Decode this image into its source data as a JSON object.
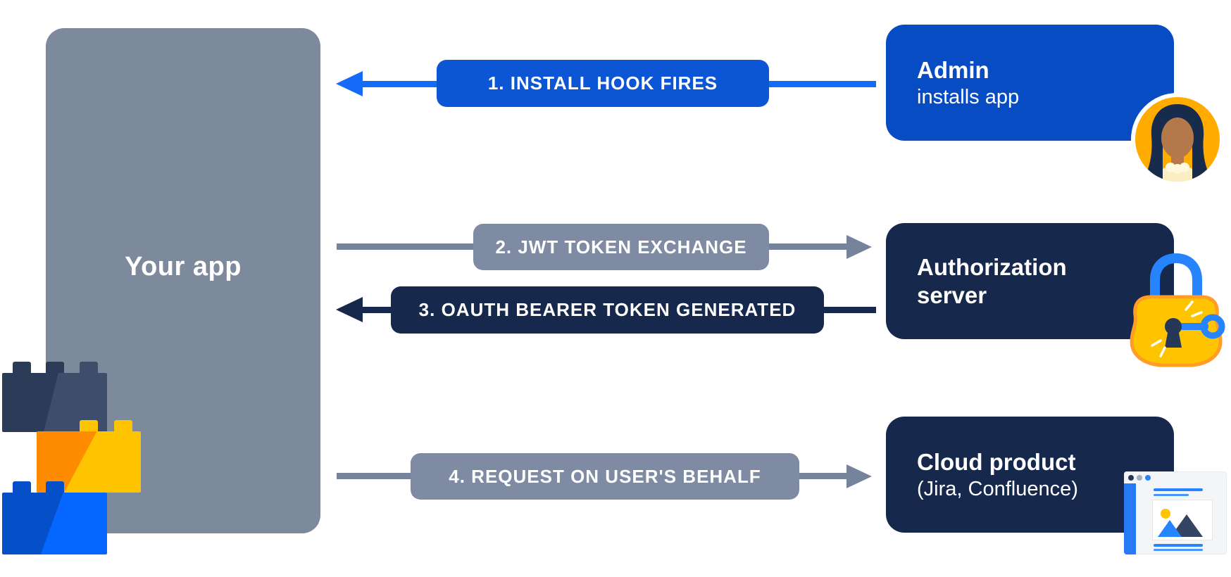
{
  "app_box": {
    "label": "Your app"
  },
  "steps": [
    {
      "label": "1. INSTALL HOOK FIRES",
      "direction": "left"
    },
    {
      "label": "2. JWT TOKEN EXCHANGE",
      "direction": "right"
    },
    {
      "label": "3. OAUTH BEARER TOKEN GENERATED",
      "direction": "left"
    },
    {
      "label": "4. REQUEST ON USER'S BEHALF",
      "direction": "right"
    }
  ],
  "actors": [
    {
      "title": "Admin",
      "subtitle": "installs app",
      "icon": "woman-avatar-icon"
    },
    {
      "title": "Authorization server",
      "subtitle": "",
      "icon": "padlock-key-icon"
    },
    {
      "title": "Cloud product",
      "subtitle": "(Jira, Confluence)",
      "icon": "browser-window-icon"
    }
  ],
  "colors": {
    "step_blue": "#0C55D4",
    "arrow_blue": "#146BF8",
    "step_gray": "#7E8BA2",
    "arrow_gray": "#76849B",
    "step_navy": "#16294D",
    "actor_blue": "#084CC4",
    "actor_navy": "#16294D",
    "app_gray": "#7D8A9C",
    "accent_yellow": "#FFC400",
    "accent_orange": "#FF8B00"
  }
}
